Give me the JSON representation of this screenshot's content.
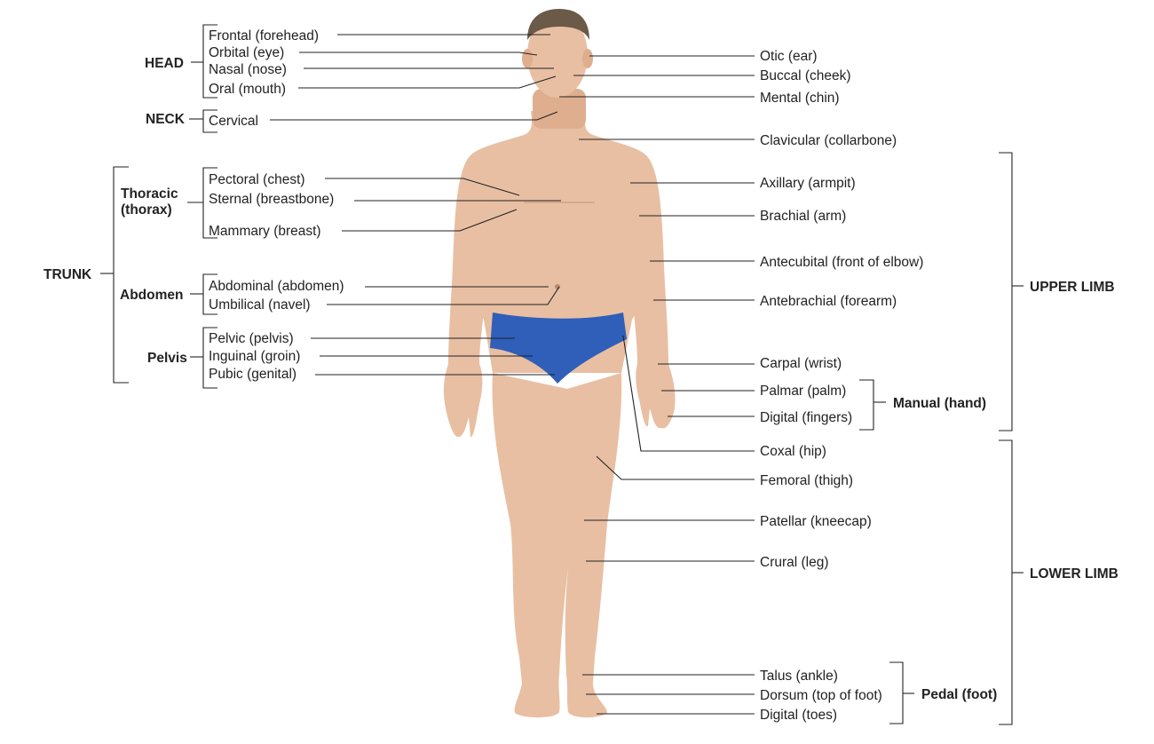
{
  "groups": {
    "head": "HEAD",
    "neck": "NECK",
    "trunk": "TRUNK",
    "thoracic_1": "Thoracic",
    "thoracic_2": "(thorax)",
    "abdomen": "Abdomen",
    "pelvis": "Pelvis",
    "upper_limb": "UPPER LIMB",
    "manual": "Manual (hand)",
    "lower_limb": "LOWER LIMB",
    "pedal": "Pedal (foot)"
  },
  "left_labels": {
    "frontal": "Frontal (forehead)",
    "orbital": "Orbital (eye)",
    "nasal": "Nasal (nose)",
    "oral": "Oral (mouth)",
    "cervical": "Cervical",
    "pectoral": "Pectoral (chest)",
    "sternal": "Sternal (breastbone)",
    "mammary": "Mammary (breast)",
    "abdominal": "Abdominal (abdomen)",
    "umbilical": "Umbilical (navel)",
    "pelvic": "Pelvic (pelvis)",
    "inguinal": "Inguinal (groin)",
    "pubic": "Pubic (genital)"
  },
  "right_labels": {
    "otic": "Otic (ear)",
    "buccal": "Buccal (cheek)",
    "mental": "Mental (chin)",
    "clavicular": "Clavicular (collarbone)",
    "axillary": "Axillary (armpit)",
    "brachial": "Brachial (arm)",
    "antecubital": "Antecubital (front of elbow)",
    "antebrachial": "Antebrachial (forearm)",
    "carpal": "Carpal (wrist)",
    "palmar": "Palmar (palm)",
    "digital_fingers": "Digital (fingers)",
    "coxal": "Coxal (hip)",
    "femoral": "Femoral (thigh)",
    "patellar": "Patellar (kneecap)",
    "crural": "Crural (leg)",
    "talus": "Talus (ankle)",
    "dorsum": "Dorsum (top of foot)",
    "digital_toes": "Digital (toes)"
  },
  "colors": {
    "skin": "#e8bfa3",
    "hair": "#6b5a48",
    "briefs": "#2f5fb8",
    "line": "#222222"
  }
}
